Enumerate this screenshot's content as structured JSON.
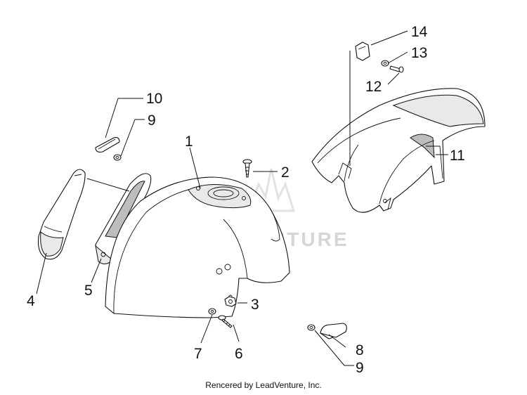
{
  "callouts": [
    {
      "id": "1",
      "label": "1"
    },
    {
      "id": "2",
      "label": "2"
    },
    {
      "id": "3",
      "label": "3"
    },
    {
      "id": "4",
      "label": "4"
    },
    {
      "id": "5",
      "label": "5"
    },
    {
      "id": "6",
      "label": "6"
    },
    {
      "id": "7",
      "label": "7"
    },
    {
      "id": "8",
      "label": "8"
    },
    {
      "id": "9a",
      "label": "9"
    },
    {
      "id": "9b",
      "label": "9"
    },
    {
      "id": "10",
      "label": "10"
    },
    {
      "id": "11",
      "label": "11"
    },
    {
      "id": "12",
      "label": "12"
    },
    {
      "id": "13",
      "label": "13"
    },
    {
      "id": "14",
      "label": "14"
    }
  ],
  "watermark": {
    "text": "LEADVENTURE"
  },
  "footer": {
    "text": "Rencered by LeadVenture, Inc."
  },
  "colors": {
    "line": "#111111",
    "watermark": "#d6d6d6",
    "background": "#ffffff"
  }
}
